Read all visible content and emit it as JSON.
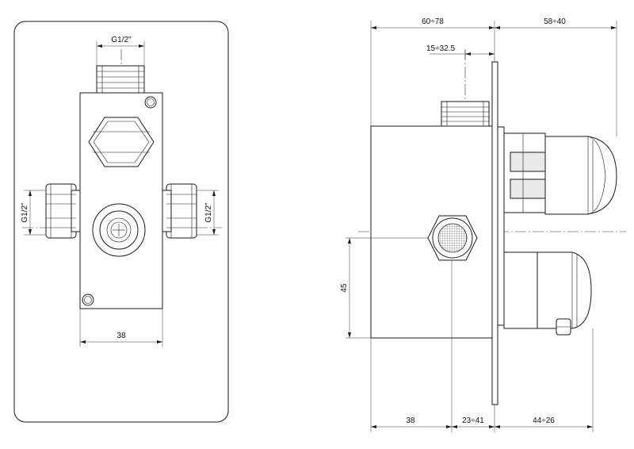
{
  "front_view": {
    "top_connection_label": "G1/2\"",
    "left_connection_label": "G1/2\"",
    "right_connection_label": "G1/2\"",
    "width_label": "38"
  },
  "side_view": {
    "top_left_label": "60÷78",
    "top_right_label": "58÷40",
    "inner_top_label": "15÷32.5",
    "height_label": "45",
    "bottom_left_label": "38",
    "bottom_mid_label": "23÷41",
    "bottom_right_label": "44÷26"
  }
}
